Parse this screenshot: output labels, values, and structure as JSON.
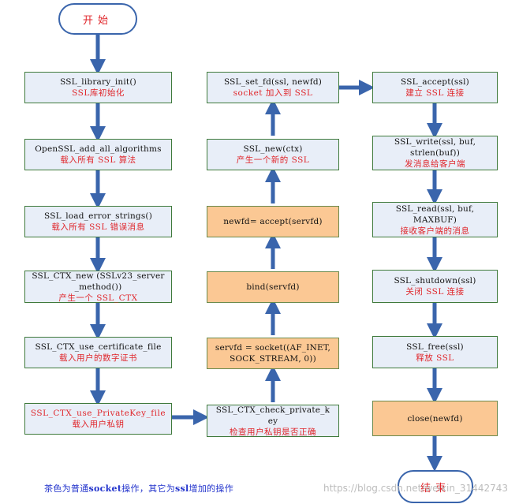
{
  "terminals": {
    "start": "开始",
    "end": "结束"
  },
  "left": [
    {
      "code": [
        "SSL_library_init()"
      ],
      "note": "SSL库初始化"
    },
    {
      "code": [
        "OpenSSL_add_all_algorithms"
      ],
      "note": "载入所有 SSL 算法"
    },
    {
      "code": [
        "SSL_load_error_strings()"
      ],
      "note": "载入所有 SSL 错误消息"
    },
    {
      "code": [
        "SSL_CTX_new (SSLv23_server",
        "_method())"
      ],
      "note": "产生一个 SSL_CTX"
    },
    {
      "code": [
        "SSL_CTX_use_certificate_file"
      ],
      "note": "载入用户的数字证书"
    },
    {
      "code": [
        "SSL_CTX_use_PrivateKey_file"
      ],
      "note": "载入用户私钥"
    }
  ],
  "middle": [
    {
      "code": [
        "SSL_set_fd(ssl, newfd)"
      ],
      "note": "socket 加入到 SSL"
    },
    {
      "code": [
        "SSL_new(ctx)"
      ],
      "note": "产生一个新的 SSL"
    },
    {
      "code": [
        "newfd= accept(servfd)"
      ],
      "note": ""
    },
    {
      "code": [
        "bind(servfd)"
      ],
      "note": ""
    },
    {
      "code": [
        "servfd = socket((AF_INET,",
        "SOCK_STREAM, 0))"
      ],
      "note": ""
    },
    {
      "code": [
        "SSL_CTX_check_private_k",
        "ey"
      ],
      "note": "检查用户私钥是否正确"
    }
  ],
  "right": [
    {
      "code": [
        "SSL_accept(ssl)"
      ],
      "note": "建立 SSL 连接"
    },
    {
      "code": [
        "SSL_write(ssl, buf,",
        "strlen(buf))"
      ],
      "note": "发消息给客户端"
    },
    {
      "code": [
        "SSL_read(ssl, buf,",
        "MAXBUF)"
      ],
      "note": "接收客户端的消息"
    },
    {
      "code": [
        "SSL_shutdown(ssl)"
      ],
      "note": "关闭 SSL 连接"
    },
    {
      "code": [
        "SSL_free(ssl)"
      ],
      "note": "释放 SSL"
    },
    {
      "code": [
        "close(newfd)"
      ],
      "note": ""
    }
  ],
  "legend": {
    "prefix": "茶色为普通",
    "socket": "socket",
    "mid": "操作，其它为",
    "ssl": "ssl",
    "suffix": "增加的操作"
  },
  "watermark": "https://blog.csdn.net/weixin_31442743",
  "colors": {
    "ssl_fill": "#e8eef8",
    "socket_fill": "#fbc894",
    "arrow": "#3a65ac",
    "note_text": "#e0262b"
  }
}
